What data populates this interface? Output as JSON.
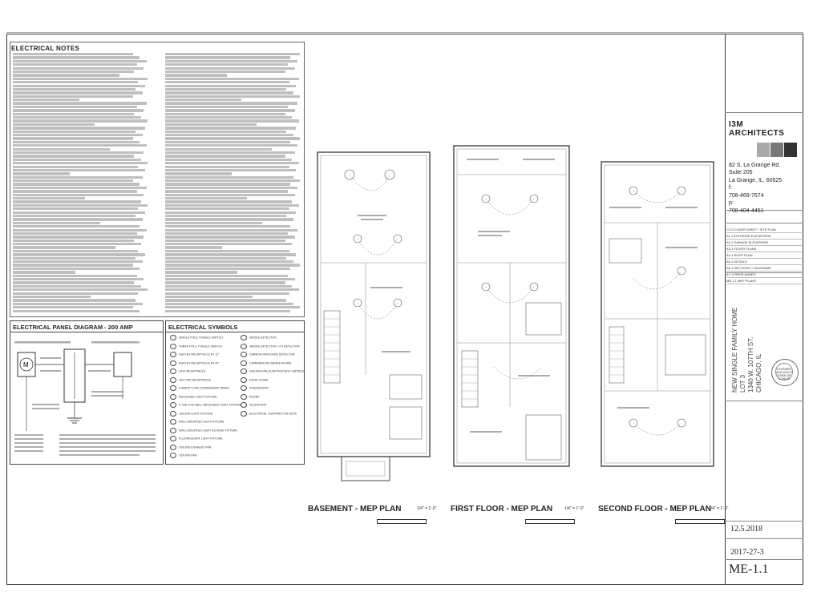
{
  "notes": {
    "title": "ELECTRICAL NOTES"
  },
  "panel": {
    "title": "ELECTRICAL PANEL DIAGRAM - 200 AMP"
  },
  "symbols": {
    "title": "ELECTRICAL SYMBOLS",
    "left": [
      "SINGLE POLE TOGGLE SWITCH",
      "THREE POLE TOGGLE SWITCH",
      "DUPLEX RECEPTACLE AT 12\"",
      "DUPLEX RECEPTACLE AT 42\"",
      "GFCI RECEPTACLE",
      "GFCI WP RECEPTACLE",
      "CONDUIT FOR CONDENSATE DRAIN",
      "RECESSED LIGHT FIXTURE",
      "4\" DIA. EYE-BALL RECESSED LIGHT FIXTURE",
      "CEILING LIGHT FIXTURE",
      "WALL MOUNTED LIGHT FIXTURE",
      "WALL MOUNTED LIGHT SCONCE FIXTURE",
      "FLUORESCENT LIGHT FIXTURE",
      "CEILING EXHAUST FAN",
      "CEILING FAN"
    ],
    "right": [
      "SMOKE DETECTOR",
      "SMOKE DETECTOR / CO DETECTOR",
      "CARBON MONOXIDE DETECTOR",
      "COMBINATION SMOKE ALARM",
      "CEILING FAN (JUNCTION BOX CAPPED)",
      "DOOR CHIME",
      "THERMOSTAT",
      "PHONE",
      "TELEVISION",
      "ELECTRICAL CONTRACTOR NOTE"
    ]
  },
  "plans": [
    {
      "label": "BASEMENT - MEP PLAN",
      "scale": "1/4\" = 1'-0\""
    },
    {
      "label": "FIRST FLOOR - MEP PLAN",
      "scale": "1/4\" = 1'-0\""
    },
    {
      "label": "SECOND FLOOR - MEP PLAN",
      "scale": "1/4\" = 1'-0\""
    }
  ],
  "firm": {
    "name_line1": "I3M",
    "name_line2": "ARCHITECTS",
    "address1": "82 S. La Grange Rd.",
    "address2": "Suite 205",
    "address3": "La Grange, IL. 60525",
    "phone_label": "f:",
    "phone": "708-469-7674",
    "fax_label": "p:",
    "fax": "708-404-4451"
  },
  "sheet_list": [
    "C1.0 COVER SHEET / SITE PLAN",
    "A1.1 EXTERIOR ELEVATIONS",
    "A2.1 GARAGE ELEVATIONS",
    "A3.1 FLOOR PLANS",
    "A4.1 ROOF PLAN",
    "A5.1 DETAILS",
    "A6.1 SECTIONS + DIAGRAMS",
    "A7.1 PREPLANNED",
    "ME-1.1 MEP PLANS"
  ],
  "project": {
    "line1": "NEW SINGLE FAMILY HOME",
    "line2": "LOT 3",
    "line3": "1340 W. 107TH ST.",
    "line4": "CHICAGO, IL"
  },
  "seal": {
    "text": "LICENSED ARCHITECT STATE OF ILLINOIS"
  },
  "date": "12.5.2018",
  "job_number": "2017-27-3",
  "sheet_number": "ME-1.1",
  "colors": {
    "logo_dark": "#333333",
    "logo_mid": "#777777",
    "logo_light": "#aaaaaa",
    "line": "#444444"
  }
}
